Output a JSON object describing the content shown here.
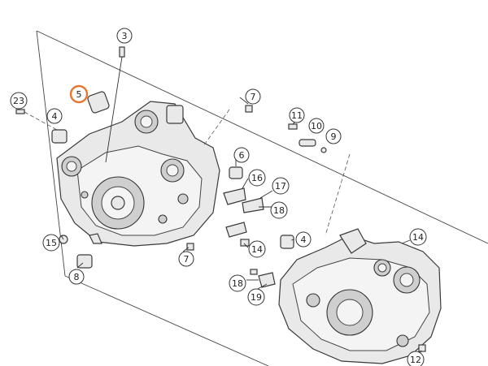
{
  "diagram": {
    "callouts": [
      {
        "id": "c-3",
        "label": "3",
        "highlight": false
      },
      {
        "id": "c-5",
        "label": "5",
        "highlight": true
      },
      {
        "id": "c-23",
        "label": "23",
        "highlight": false
      },
      {
        "id": "c-4a",
        "label": "4",
        "highlight": false
      },
      {
        "id": "c-7a",
        "label": "7",
        "highlight": false
      },
      {
        "id": "c-11",
        "label": "11",
        "highlight": false
      },
      {
        "id": "c-10",
        "label": "10",
        "highlight": false
      },
      {
        "id": "c-9",
        "label": "9",
        "highlight": false
      },
      {
        "id": "c-6",
        "label": "6",
        "highlight": false
      },
      {
        "id": "c-16",
        "label": "16",
        "highlight": false
      },
      {
        "id": "c-17",
        "label": "17",
        "highlight": false
      },
      {
        "id": "c-18a",
        "label": "18",
        "highlight": false
      },
      {
        "id": "c-7b",
        "label": "7",
        "highlight": false
      },
      {
        "id": "c-14a",
        "label": "14",
        "highlight": false
      },
      {
        "id": "c-15",
        "label": "15",
        "highlight": false
      },
      {
        "id": "c-8",
        "label": "8",
        "highlight": false
      },
      {
        "id": "c-4b",
        "label": "4",
        "highlight": false
      },
      {
        "id": "c-14b",
        "label": "14",
        "highlight": false
      },
      {
        "id": "c-18b",
        "label": "18",
        "highlight": false
      },
      {
        "id": "c-19",
        "label": "19",
        "highlight": false
      },
      {
        "id": "c-12",
        "label": "12",
        "highlight": false
      }
    ],
    "colors": {
      "highlight": "#e8762c",
      "outline": "#333333",
      "fill": "#e9e9e9"
    }
  }
}
